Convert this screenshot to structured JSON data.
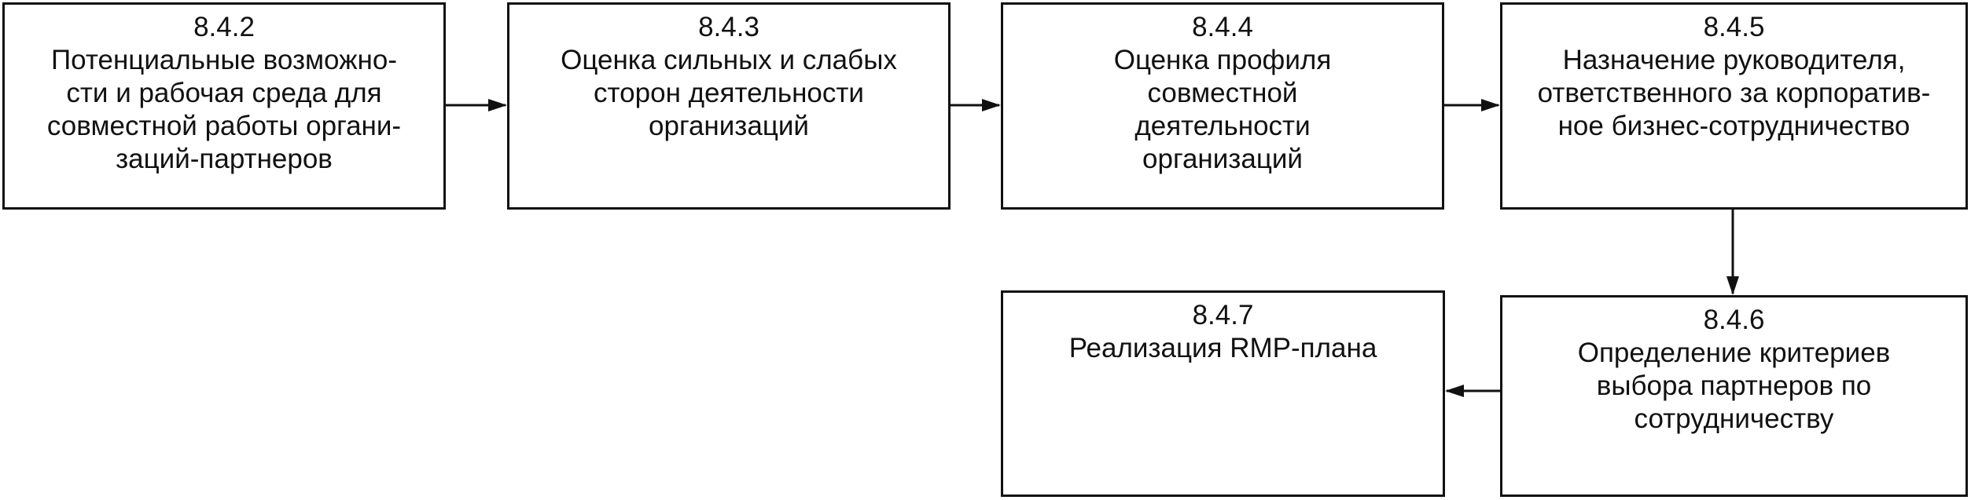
{
  "diagram": {
    "boxes": [
      {
        "number": "8.4.2",
        "text": "Потенциальные возможно-\nсти и рабочая среда для\nсовместной работы органи-\nзаций-партнеров"
      },
      {
        "number": "8.4.3",
        "text": "Оценка сильных и слабых\nсторон деятельности\nорганизаций"
      },
      {
        "number": "8.4.4",
        "text": "Оценка профиля\nсовместной\nдеятельности\nорганизаций"
      },
      {
        "number": "8.4.5",
        "text": "Назначение руководителя,\nответственного за корпоратив-\nное бизнес-сотрудничество"
      },
      {
        "number": "8.4.6",
        "text": "Определение критериев\nвыбора партнеров по\nсотрудничеству"
      },
      {
        "number": "8.4.7",
        "text": "Реализация RMP-плана"
      }
    ],
    "connections": [
      {
        "from": "8.4.2",
        "to": "8.4.3"
      },
      {
        "from": "8.4.3",
        "to": "8.4.4"
      },
      {
        "from": "8.4.4",
        "to": "8.4.5"
      },
      {
        "from": "8.4.5",
        "to": "8.4.6"
      },
      {
        "from": "8.4.6",
        "to": "8.4.7"
      }
    ]
  }
}
